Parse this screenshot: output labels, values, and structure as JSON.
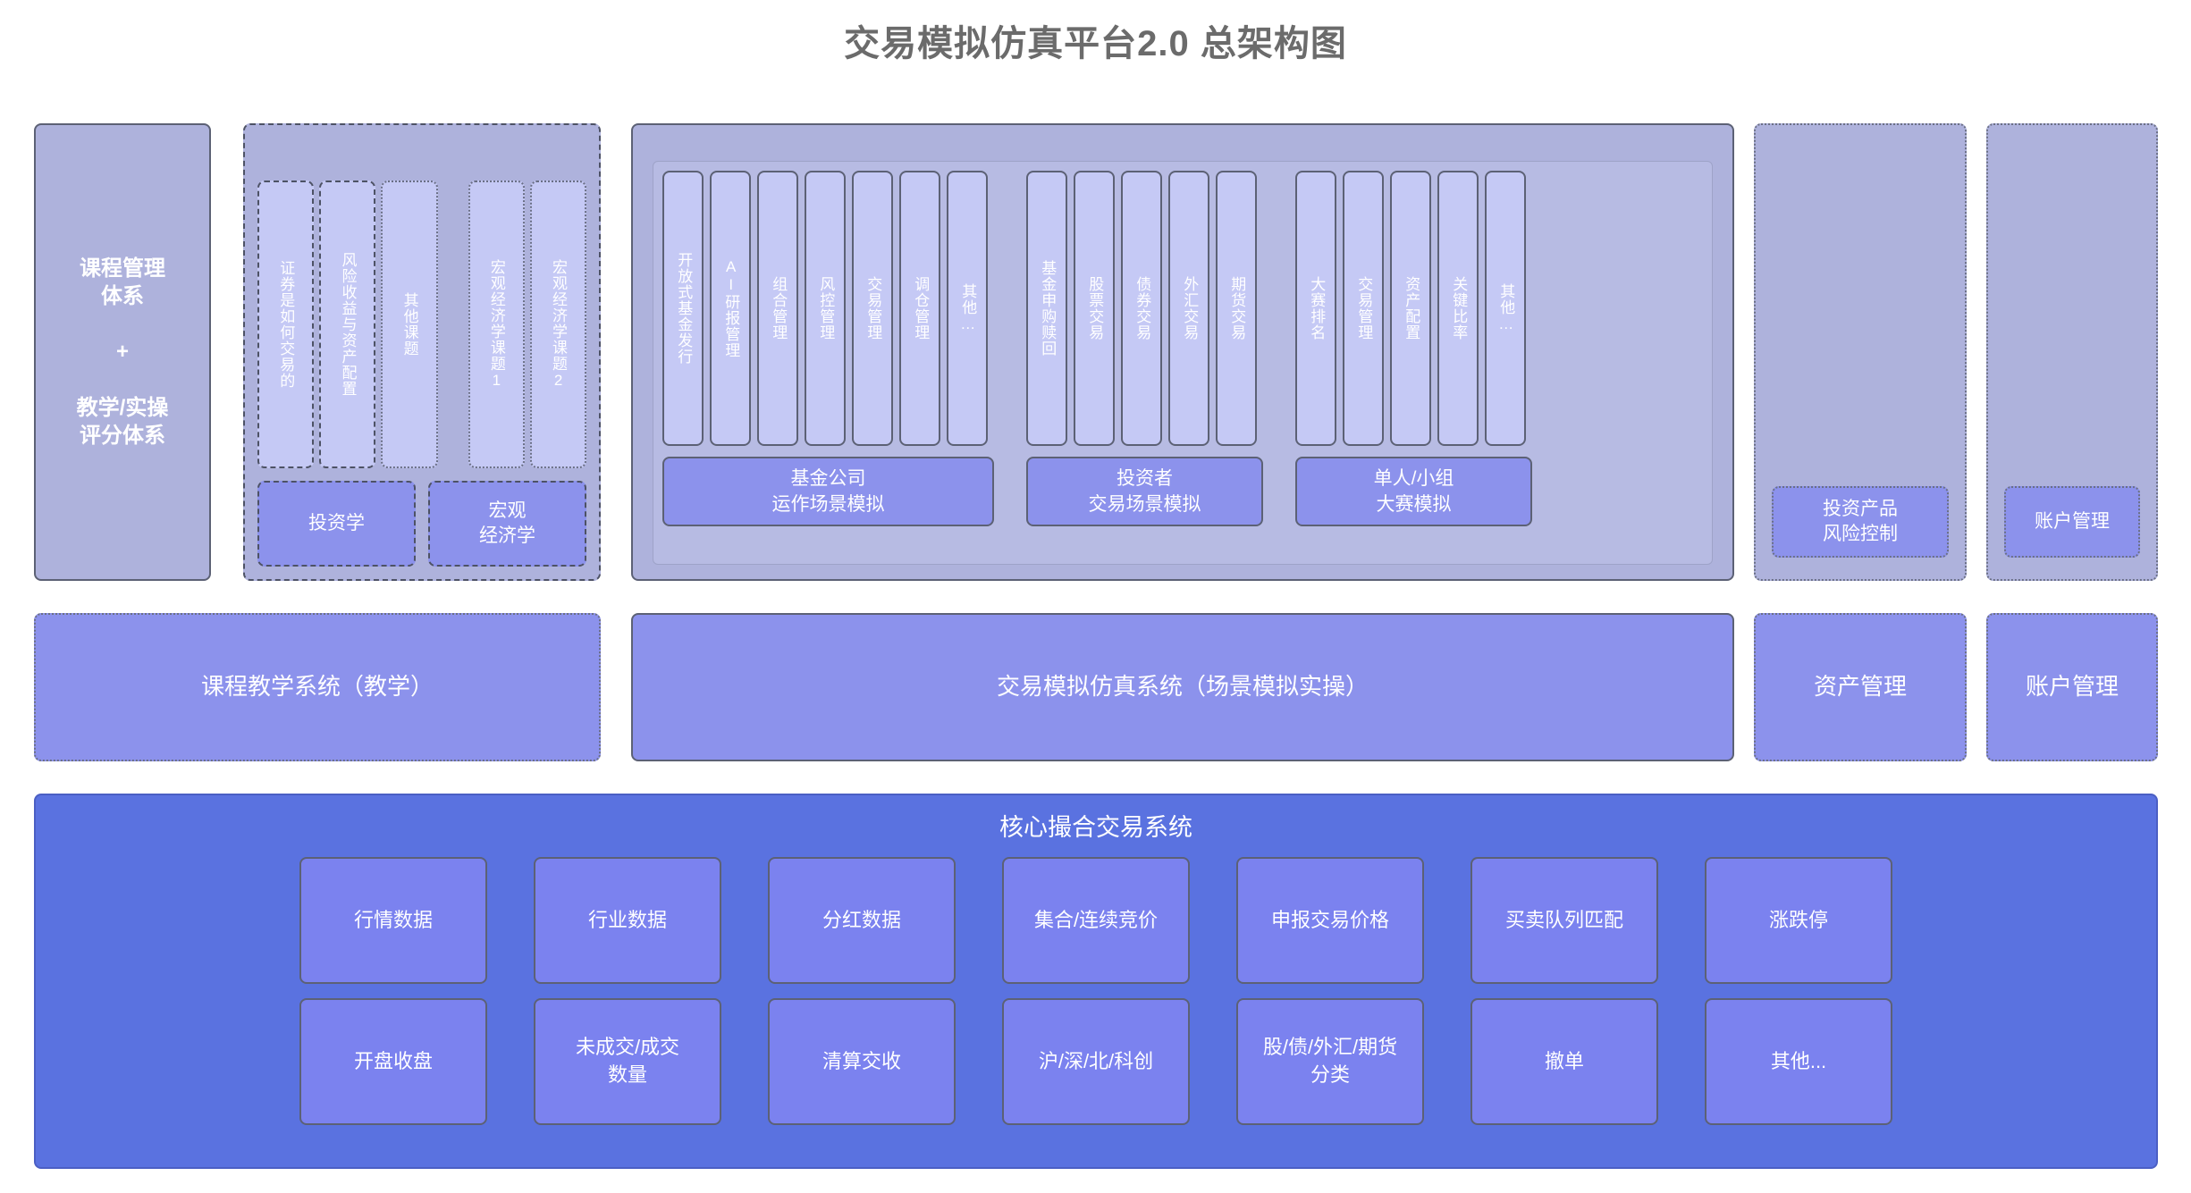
{
  "title": "交易模拟仿真平台2.0 总架构图",
  "course_system": {
    "label": "课程管理\n体系\n\n+\n\n教学/实操\n评分体系"
  },
  "curriculum_group": {
    "topics": [
      {
        "label": "证券是如何交易的",
        "style": "dashed"
      },
      {
        "label": "风险收益与资产配置",
        "style": "dashed"
      },
      {
        "label": "其他课题",
        "style": "dotted"
      },
      {
        "label": "宏观经济学课题1",
        "style": "dotted"
      },
      {
        "label": "宏观经济学课题2",
        "style": "dotted"
      }
    ],
    "courses": [
      {
        "label": "投资学"
      },
      {
        "label": "宏观\n经济学"
      }
    ]
  },
  "sim_panel": {
    "groups": [
      {
        "cells": [
          "开放式基金发行",
          "AI研报管理",
          "组合管理",
          "风控管理",
          "交易管理",
          "调仓管理",
          "其他…"
        ],
        "footer": "基金公司\n运作场景模拟"
      },
      {
        "cells": [
          "基金申购赎回",
          "股票交易",
          "债券交易",
          "外汇交易",
          "期货交易"
        ],
        "footer": "投资者\n交易场景模拟"
      },
      {
        "cells": [
          "大赛排名",
          "交易管理",
          "资产配置",
          "关键比率",
          "其他…"
        ],
        "footer": "单人/小组\n大赛模拟"
      }
    ]
  },
  "risk_panel": {
    "label": "投资产品\n风险控制"
  },
  "account_panel": {
    "label": "账户管理"
  },
  "systems": {
    "course": "课程教学系统（教学）",
    "simulation": "交易模拟仿真系统（场景模拟实操）",
    "asset": "资产管理",
    "account": "账户管理"
  },
  "core": {
    "title": "核心撮合交易系统",
    "rows": [
      [
        "行情数据",
        "行业数据",
        "分红数据",
        "集合/连续竞价",
        "申报交易价格",
        "买卖队列匹配",
        "涨跌停"
      ],
      [
        "开盘收盘",
        "未成交/成交\n数量",
        "清算交收",
        "沪/深/北/科创",
        "股/债/外汇/期货\n分类",
        "撤单",
        "其他..."
      ]
    ]
  },
  "colors": {
    "core_bg": "#5a72e0",
    "core_cell": "#7b82ef",
    "panel_outer": "#aeb2dc",
    "card_light": "#c5c9f5",
    "card_mid": "#8c92ec",
    "title_text": "#6b6b6b"
  }
}
